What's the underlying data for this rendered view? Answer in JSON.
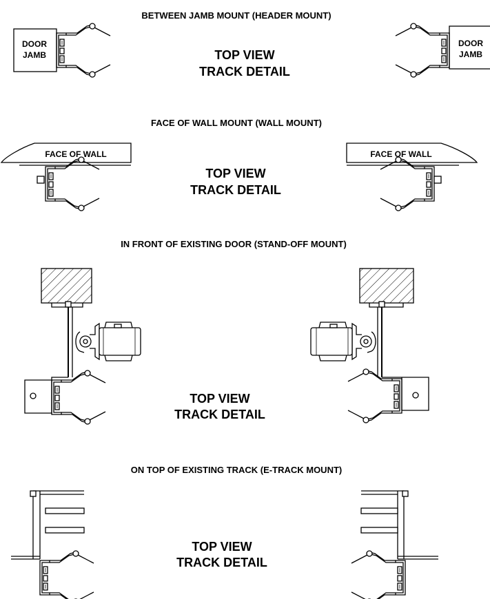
{
  "sections": [
    {
      "heading": "BETWEEN JAMB MOUNT (HEADER MOUNT)",
      "view_line1": "TOP VIEW",
      "view_line2": "TRACK DETAIL",
      "left_label_line1": "DOOR",
      "left_label_line2": "JAMB",
      "right_label_line1": "DOOR",
      "right_label_line2": "JAMB"
    },
    {
      "heading": "FACE OF WALL MOUNT (WALL MOUNT)",
      "view_line1": "TOP VIEW",
      "view_line2": "TRACK DETAIL",
      "left_label": "FACE OF WALL",
      "right_label": "FACE OF WALL"
    },
    {
      "heading": "IN FRONT OF EXISTING DOOR (STAND-OFF MOUNT)",
      "view_line1": "TOP VIEW",
      "view_line2": "TRACK DETAIL"
    },
    {
      "heading": "ON TOP OF EXISTING TRACK (E-TRACK MOUNT)",
      "view_line1": "TOP VIEW",
      "view_line2": "TRACK DETAIL"
    }
  ]
}
